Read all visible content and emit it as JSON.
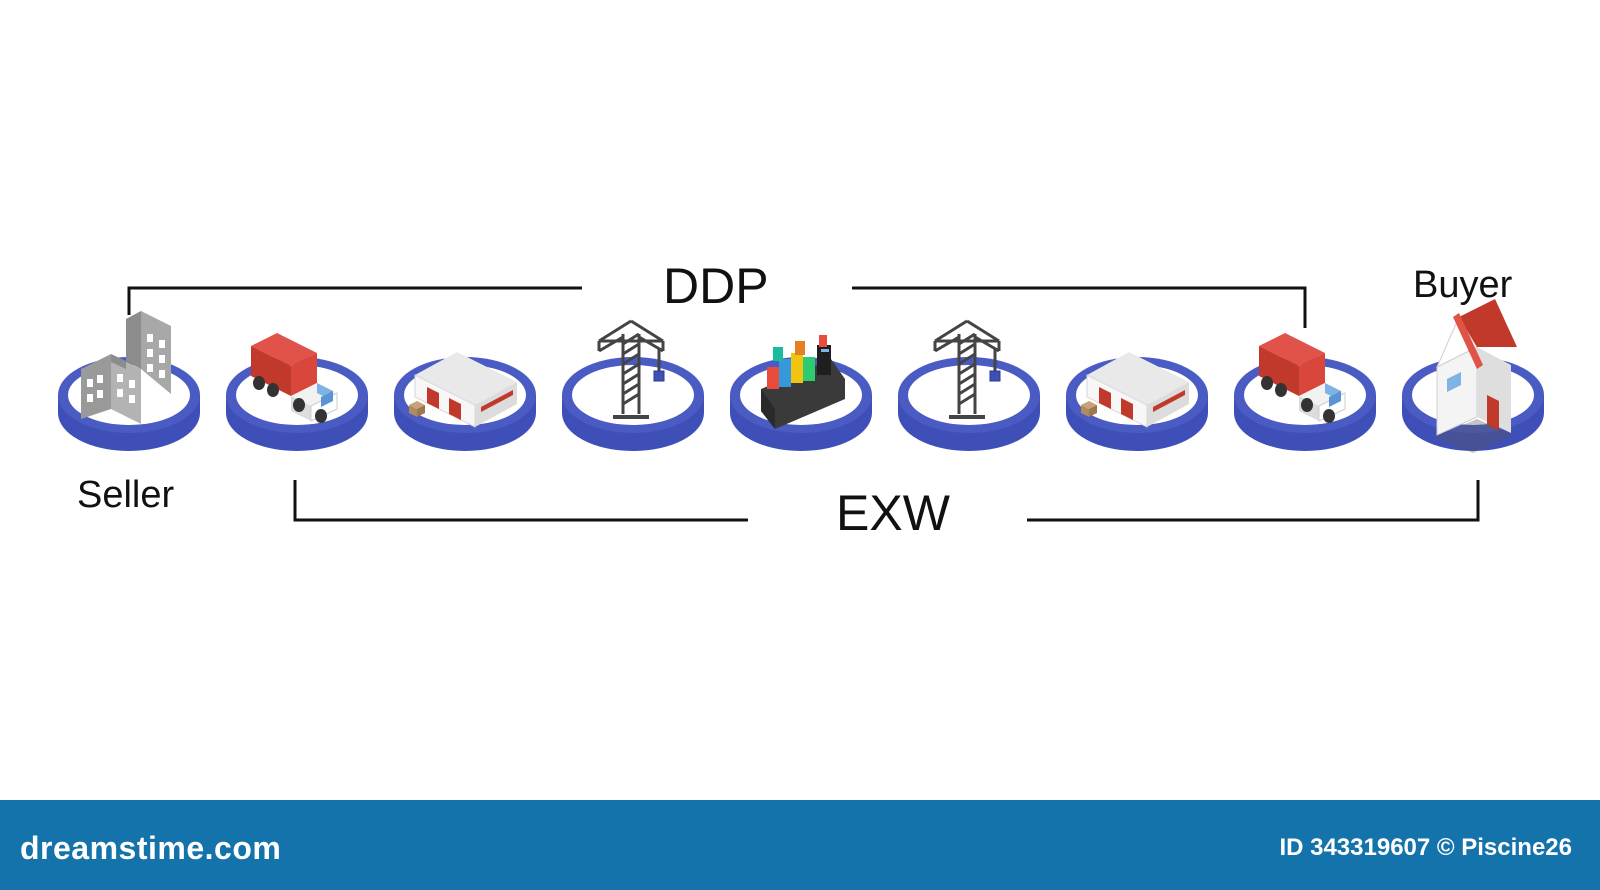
{
  "labels": {
    "ddp": "DDP",
    "exw": "EXW",
    "seller": "Seller",
    "buyer": "Buyer"
  },
  "stages": [
    {
      "icon": "factory-icon"
    },
    {
      "icon": "truck-icon"
    },
    {
      "icon": "warehouse-icon"
    },
    {
      "icon": "crane-icon"
    },
    {
      "icon": "cargo-ship-icon"
    },
    {
      "icon": "crane-icon"
    },
    {
      "icon": "warehouse-icon"
    },
    {
      "icon": "truck-icon"
    },
    {
      "icon": "house-icon"
    }
  ],
  "colors": {
    "platform_blue": "#4a5bc4",
    "bracket": "#111111",
    "footer": "#1473ab"
  },
  "footer": {
    "brand": "dreamstime.com",
    "credit": "ID 343319607 © Piscine26"
  }
}
